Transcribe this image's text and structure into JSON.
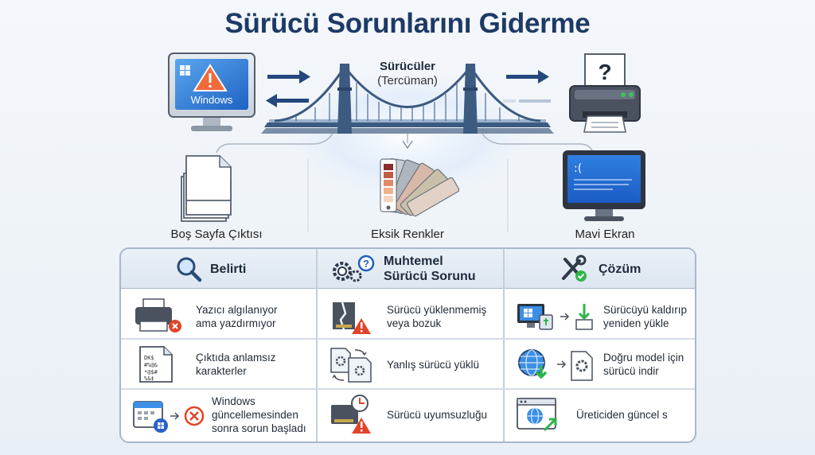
{
  "title": "Sürücü Sorunlarını Giderme",
  "bridge": {
    "label_title": "Sürücüler",
    "label_sub": "(Tercüman)"
  },
  "computer": {
    "screen_text": "Windows"
  },
  "outcomes": [
    {
      "label": "Boş Sayfa Çıktısı",
      "icon": "blank-pages-icon"
    },
    {
      "label": "Eksik Renkler",
      "icon": "color-swatch-icon"
    },
    {
      "label": "Mavi Ekran",
      "icon": "blue-screen-monitor-icon"
    }
  ],
  "table": {
    "headers": [
      {
        "label": "Belirti",
        "icon": "magnifier-icon"
      },
      {
        "label": "Muhtemel\nSürücü Sorunu",
        "icon": "gears-question-icon"
      },
      {
        "label": "Çözüm",
        "icon": "tools-check-icon"
      }
    ],
    "rows": [
      {
        "symptom": "Yazıcı algılanıyor\nama yazdırmıyor",
        "cause": "Sürücü yüklenmemiş\nveya bozuk",
        "solution": "Sürücüyü kaldırıp\nyeniden yükle"
      },
      {
        "symptom": "Çıktıda anlamsız\nkarakterler",
        "cause": "Yanlış sürücü yüklü",
        "solution": "Doğru model için\nsürücü indir"
      },
      {
        "symptom": "Windows\ngüncellemesinden\nsonra sorun başladı",
        "cause": "Sürücü uyumsuzluğu",
        "solution": "Üreticiden güncel s"
      }
    ]
  },
  "colors": {
    "title": "#1d3a66",
    "bridge": "#3d5a80",
    "warning": "#e0452b",
    "accent_blue": "#1f5fbf"
  }
}
